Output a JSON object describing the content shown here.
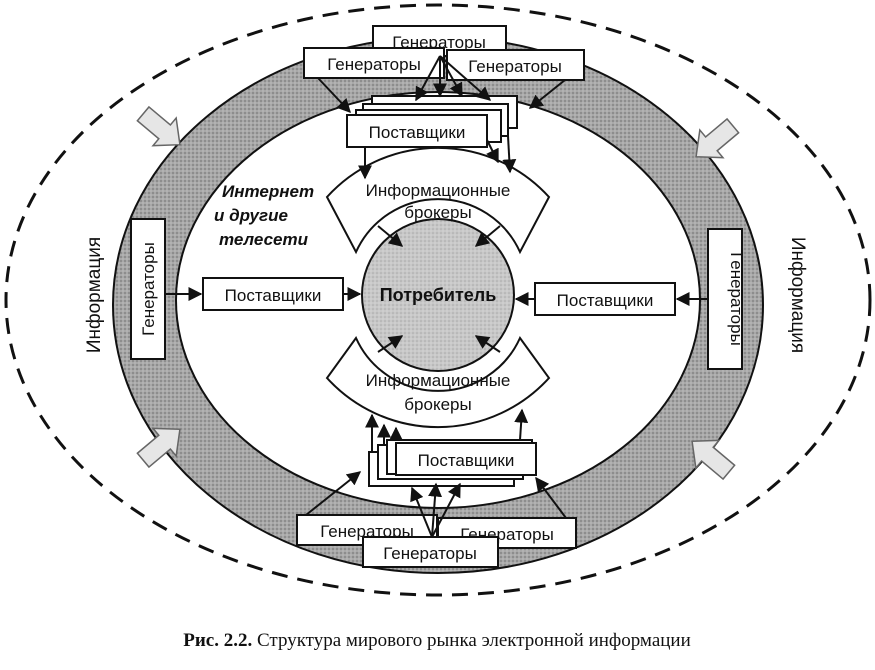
{
  "labels": {
    "generators": "Генераторы",
    "suppliers": "Поставщики",
    "consumer": "Потребитель",
    "brokers_line1": "Информационные",
    "brokers_line2": "брокеры",
    "internet_line1": "Интернет",
    "internet_line2": "и другие",
    "internet_line3": "телесети",
    "information": "Информация"
  },
  "caption": {
    "prefix": "Рис. 2.2.",
    "text": " Структура мирового рынка электронной информации"
  },
  "colors": {
    "outer_ring": "#9a9a9a",
    "consumer_fill": "#c4c4c4",
    "ink": "#111111"
  }
}
